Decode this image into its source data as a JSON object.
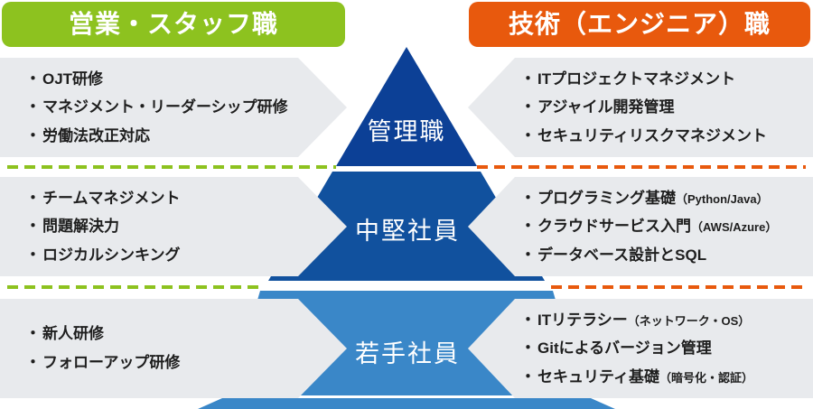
{
  "bullet": "・",
  "headers": {
    "left": {
      "label": "営業・スタッフ職",
      "color": "#8dc21f"
    },
    "right": {
      "label": "技術（エンジニア）職",
      "color": "#e8590d"
    }
  },
  "pyramid": {
    "levels": [
      {
        "label": "管理職",
        "color": "#0c4096"
      },
      {
        "label": "中堅社員",
        "color": "#11519e"
      },
      {
        "label": "若手社員",
        "color": "#3a87c8"
      }
    ]
  },
  "divider_colors": {
    "left": "#8dc21f",
    "right": "#e8590d"
  },
  "card_color": "#e8eaed",
  "rows": [
    {
      "left": [
        {
          "t": "OJT研修"
        },
        {
          "t": "マネジメント・リーダーシップ研修"
        },
        {
          "t": "労働法改正対応"
        }
      ],
      "right": [
        {
          "t": "ITプロジェクトマネジメント"
        },
        {
          "t": "アジャイル開発管理"
        },
        {
          "t": "セキュリティリスクマネジメント"
        }
      ]
    },
    {
      "left": [
        {
          "t": "チームマネジメント"
        },
        {
          "t": "問題解決力"
        },
        {
          "t": "ロジカルシンキング"
        }
      ],
      "right": [
        {
          "t": "プログラミング基礎",
          "n": "（Python/Java）"
        },
        {
          "t": "クラウドサービス入門",
          "n": "（AWS/Azure）"
        },
        {
          "t": "データベース設計とSQL"
        }
      ]
    },
    {
      "left": [
        {
          "t": "新人研修"
        },
        {
          "t": "フォローアップ研修"
        }
      ],
      "right": [
        {
          "t": "ITリテラシー",
          "n": "（ネットワーク・OS）"
        },
        {
          "t": "Gitによるバージョン管理"
        },
        {
          "t": "セキュリティ基礎",
          "n": "（暗号化・認証）"
        }
      ]
    }
  ]
}
